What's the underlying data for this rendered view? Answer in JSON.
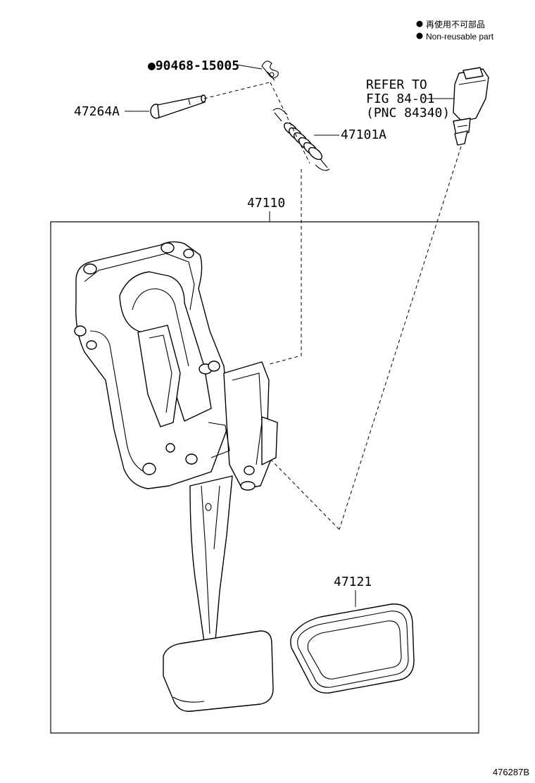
{
  "legend": {
    "japanese": "再使用不可部品",
    "english": "Non-reusable part"
  },
  "parts": {
    "clip": "●90468-15005",
    "pin": "47264A",
    "spring": "47101A",
    "pedal_assembly": "47110",
    "pedal_pad": "47121"
  },
  "refer_note": {
    "line1": "REFER TO",
    "line2": "FIG 84-01",
    "line3": "(PNC 84340)"
  },
  "figure_number": "476287B"
}
